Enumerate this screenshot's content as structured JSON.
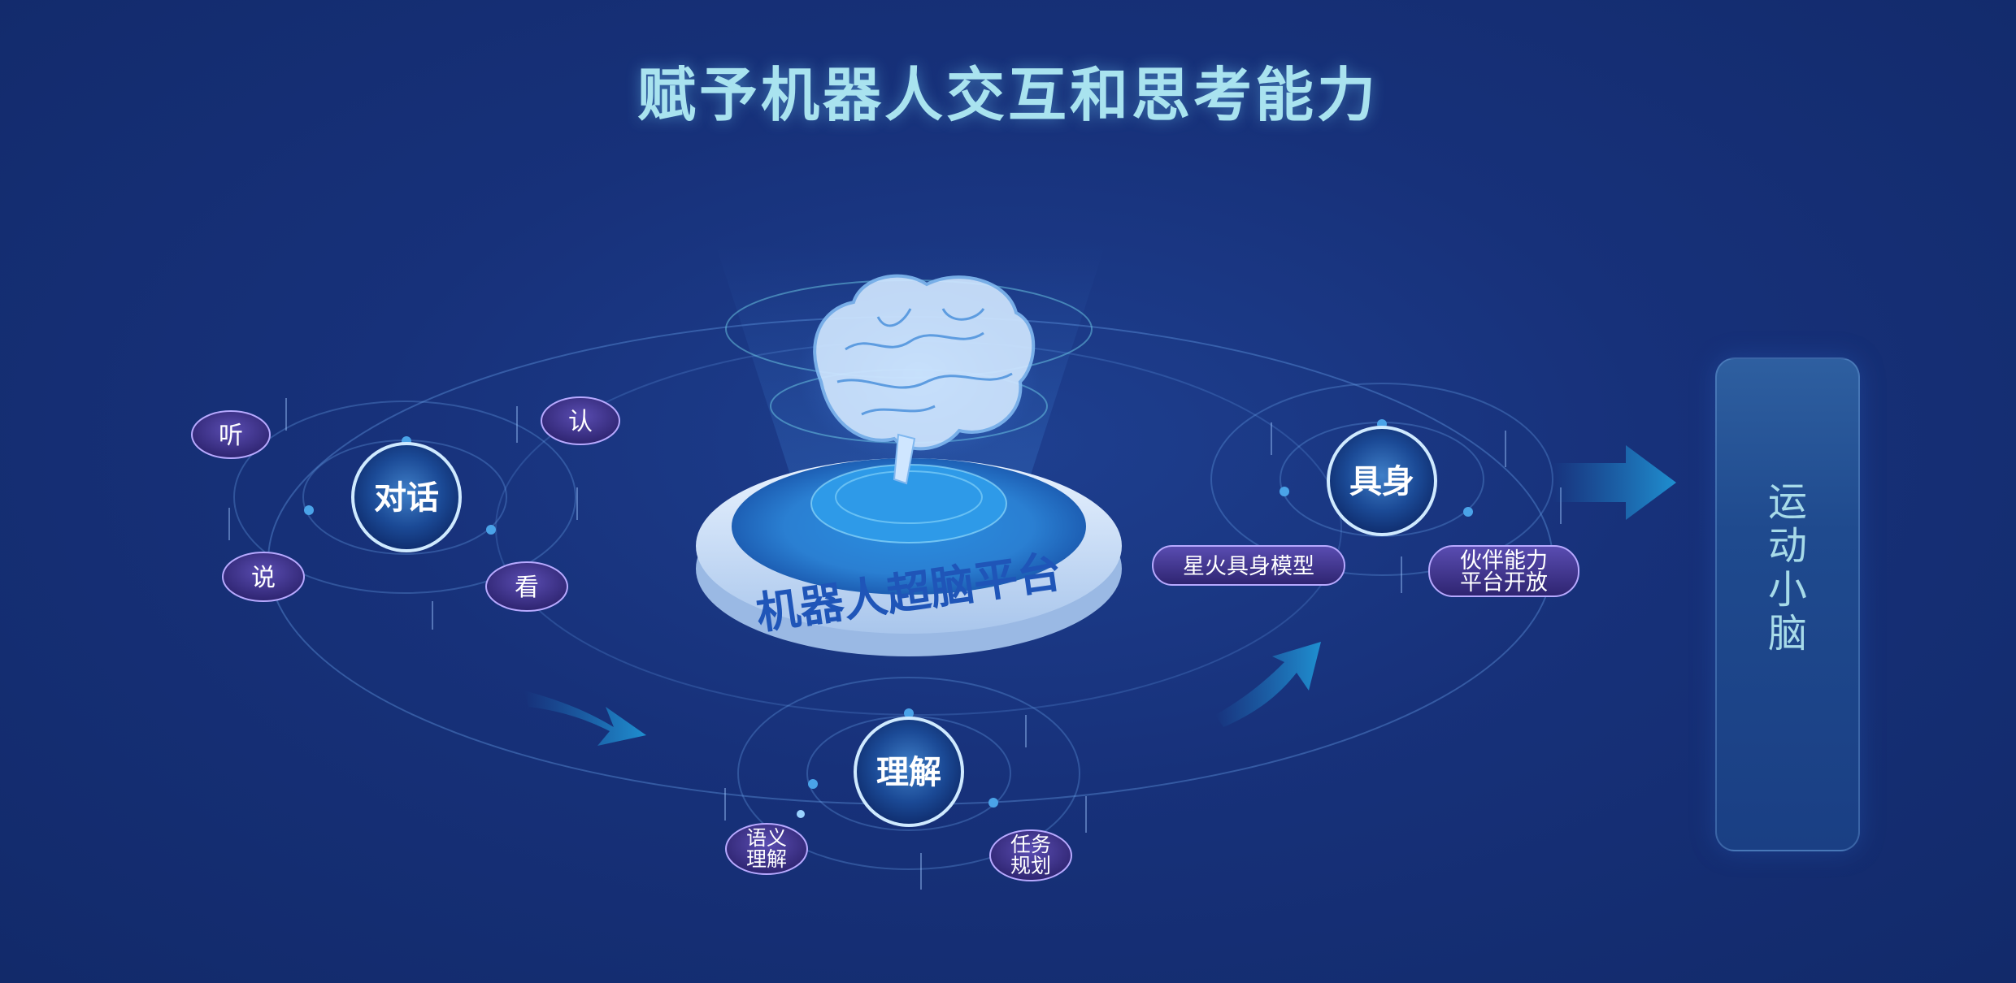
{
  "title": "赋予机器人交互和思考能力",
  "platform": {
    "label": "机器人超脑平台"
  },
  "hubs": {
    "dialogue": {
      "label": "对话",
      "items": [
        "听",
        "认",
        "说",
        "看"
      ]
    },
    "understanding": {
      "label": "理解",
      "items": [
        [
          "语义",
          "理解"
        ],
        [
          "任务",
          "规划"
        ]
      ]
    },
    "embodiment": {
      "label": "具身",
      "items": [
        "星火具身模型",
        [
          "伙伴能力",
          "平台开放"
        ]
      ]
    }
  },
  "cerebellum": {
    "label": "运动小脑"
  },
  "colors": {
    "background": "#17317a",
    "title": "#a9e3ef",
    "accent": "#2aa6e0",
    "bubble": "#3b2f86",
    "panel": "#2a5497"
  },
  "icons": [
    "brain-icon",
    "arrow-right-icon"
  ]
}
